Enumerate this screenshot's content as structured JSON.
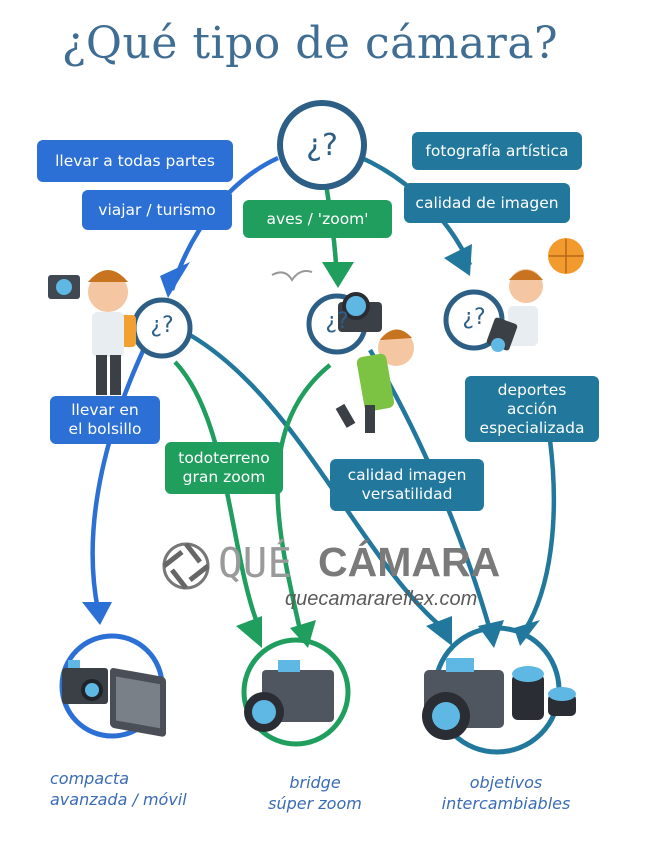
{
  "title": "¿Qué tipo de cámara?",
  "question_mark": "¿?",
  "labels": {
    "todas_partes": "llevar a todas partes",
    "viajar": "viajar / turismo",
    "aves": "aves / 'zoom'",
    "artistica": "fotografía artística",
    "calidad": "calidad de imagen",
    "bolsillo": "llevar en\nel bolsillo",
    "todoterreno": "todoterreno\ngran zoom",
    "calidad_versatilidad": "calidad imagen\nversatilidad",
    "deportes": "deportes\nacción\nespecializada"
  },
  "results": {
    "compacta": "compacta\navanzada / móvil",
    "bridge": "bridge\nsúper zoom",
    "objetivos": "objetivos\nintercambiables"
  },
  "brand": {
    "que": "QUÉ",
    "camara": "CÁMARA",
    "site": "quecamarareflex.com"
  },
  "colors": {
    "blue": "#2c70d6",
    "green": "#1f9e5e",
    "teal": "#21789c",
    "navy": "#2d5f86"
  }
}
